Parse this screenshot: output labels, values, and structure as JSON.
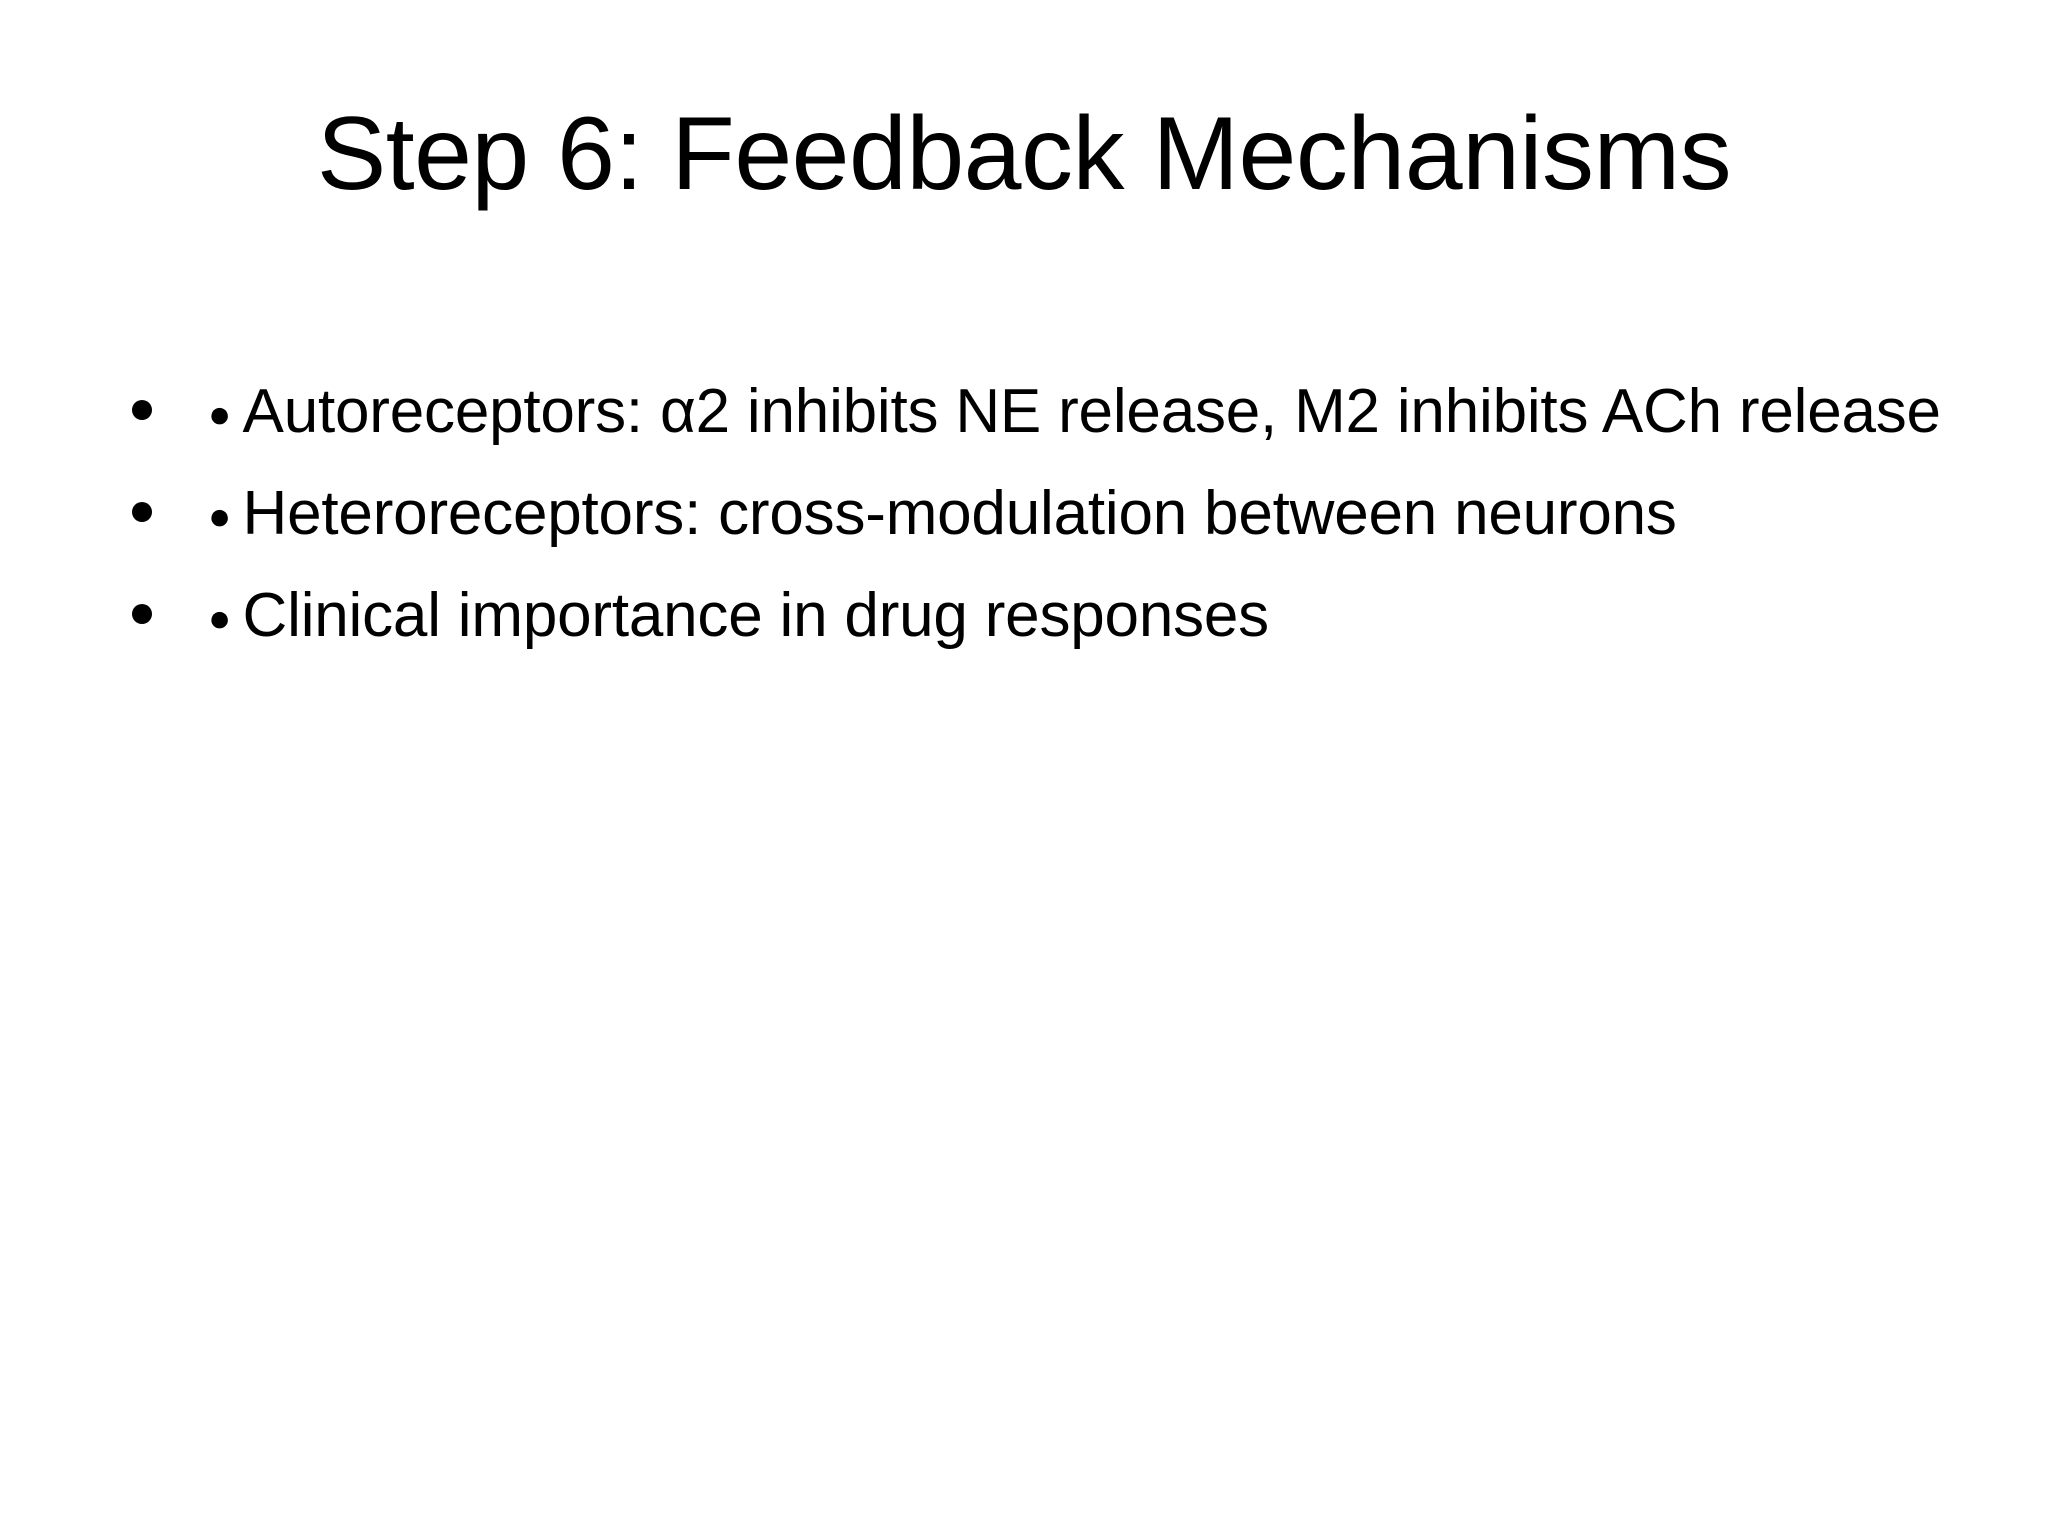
{
  "slide": {
    "background_color": "#ffffff",
    "text_color": "#000000",
    "title": "Step 6: Feedback Mechanisms",
    "bullets": [
      {
        "marker_glyph": "●",
        "text": "Autoreceptors: α2 inhibits NE release, M2 inhibits ACh release"
      },
      {
        "marker_glyph": "●",
        "text": "Heteroreceptors: cross-modulation between neurons"
      },
      {
        "marker_glyph": "●",
        "text": "Clinical importance in drug responses"
      }
    ]
  }
}
